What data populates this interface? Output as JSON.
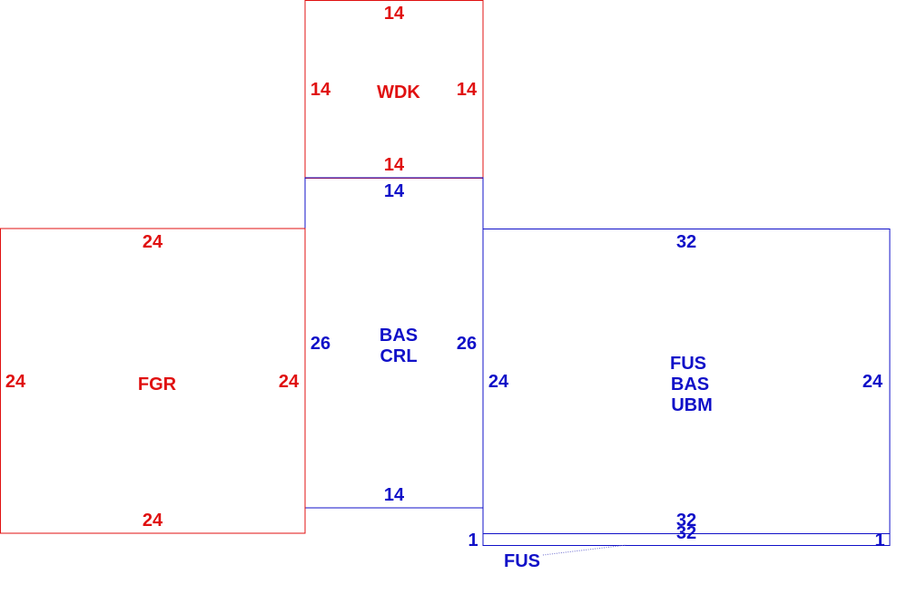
{
  "colors": {
    "red": "#e01010",
    "blue": "#1010c8",
    "leader": "#6a6acf"
  },
  "sections": {
    "wdk": {
      "label": "WDK",
      "color": "red",
      "dims": {
        "top": "14",
        "bottom": "14",
        "left": "14",
        "right": "14"
      }
    },
    "bas_crl": {
      "label": [
        "BAS",
        "CRL"
      ],
      "color": "blue",
      "dims": {
        "top": "14",
        "bottom": "14",
        "left": "26",
        "right": "26"
      }
    },
    "fgr": {
      "label": "FGR",
      "color": "red",
      "dims": {
        "top": "24",
        "bottom": "24",
        "left": "24",
        "right": "24"
      }
    },
    "fus_bas_ubm": {
      "label": [
        "FUS",
        "BAS",
        "UBM"
      ],
      "color": "blue",
      "dims": {
        "top": "32",
        "bottom": "32",
        "left": "24",
        "right": "24"
      }
    },
    "fus_strip": {
      "label": "FUS",
      "color": "blue",
      "dims": {
        "top": "32",
        "left": "1",
        "right": "1"
      }
    }
  }
}
